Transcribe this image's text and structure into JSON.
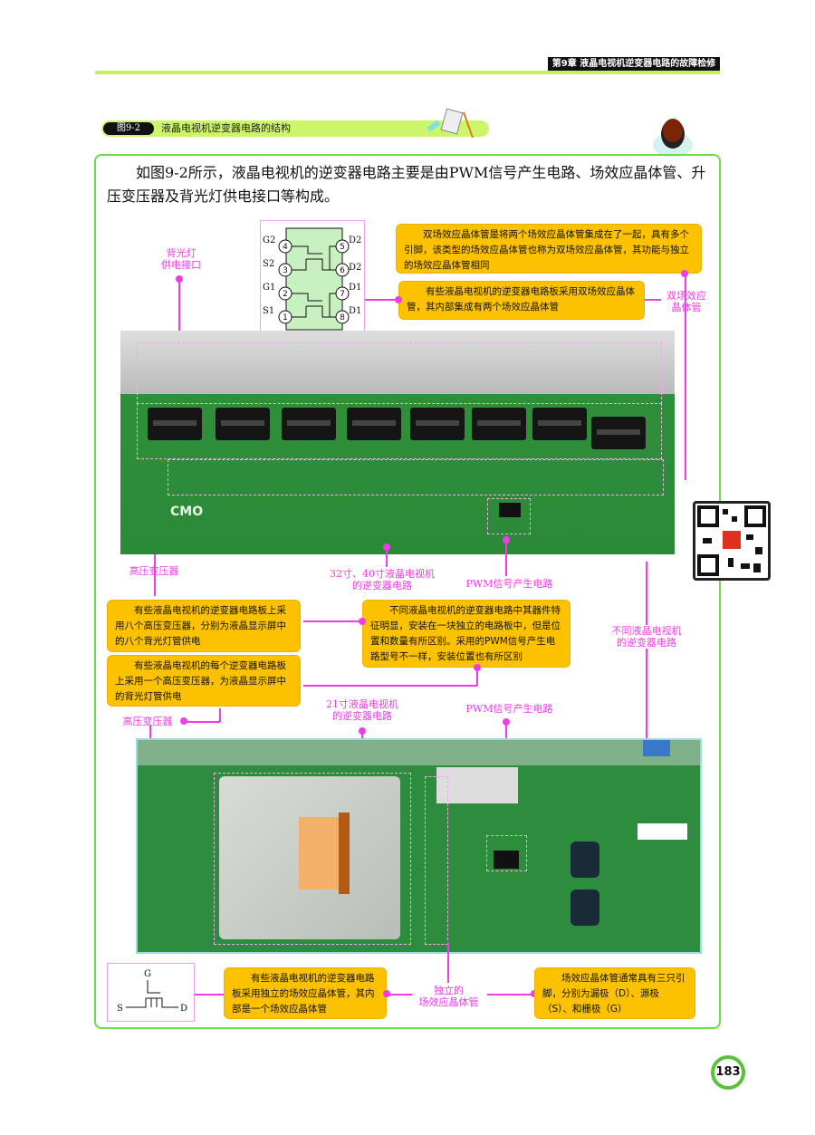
{
  "header": {
    "chapter": "第9章  液晶电视机逆变器电路的故障检修"
  },
  "figure": {
    "number": "图9-2",
    "title": "液晶电视机逆变器电路的结构"
  },
  "intro": "如图9-2所示，液晶电视机的逆变器电路主要是由PWM信号产生电路、场效应晶体管、升压变压器及背光灯供电接口等构成。",
  "chip_pins": {
    "left": [
      "G2",
      "S2",
      "G1",
      "S1"
    ],
    "left_nums": [
      "4",
      "3",
      "2",
      "1"
    ],
    "right": [
      "D2",
      "D2",
      "D1",
      "D1"
    ],
    "right_nums": [
      "5",
      "6",
      "7",
      "8"
    ]
  },
  "callouts": {
    "dual_fet_desc": "双场效应晶体管是将两个场效应晶体管集成在了一起，具有多个引脚，该类型的场效应晶体管也称为双场效应晶体管，其功能与独立的场效应晶体管相同",
    "dual_fet_board": "有些液晶电视机的逆变器电路板采用双场效应晶体管，其内部集成有两个场效应晶体管",
    "eight_transformers": "有些液晶电视机的逆变器电路板上采用八个高压变压器，分别为液晶显示屏中的八个背光灯管供电",
    "different_features": "不同液晶电视机的逆变器电路中其器件特征明显，安装在一块独立的电路板中，但是位置和数量有所区别。采用的PWM信号产生电路型号不一样，安装位置也有所区别",
    "one_transformer": "有些液晶电视机的每个逆变器电路板上采用一个高压变压器，为液晶显示屏中的背光灯管供电",
    "single_fet_board": "有些液晶电视机的逆变器电路板采用独立的场效应晶体管，其内部是一个场效应晶体管",
    "fet_pins": "场效应晶体管通常具有三只引脚，分别为漏极（D）、源极（S）、和栅极（G）"
  },
  "labels": {
    "backlight_connector": "背光灯\n供电接口",
    "dual_fet": "双场效应\n晶体管",
    "hv_transformer_1": "高压变压器",
    "inverter_32_40": "32寸、40寸液晶电视机\n的逆变器电路",
    "pwm_1": "PWM信号产生电路",
    "different_inverters": "不同液晶电视机\n的逆变器电路",
    "hv_transformer_2": "高压变压器",
    "inverter_21": "21寸液晶电视机\n的逆变器电路",
    "pwm_2": "PWM信号产生电路",
    "single_fet": "独立的\n场效应晶体管"
  },
  "fet_symbol": {
    "g": "G",
    "s": "S",
    "d": "D"
  },
  "photo1_text": {
    "brand": "CMO"
  },
  "page_number": "183"
}
